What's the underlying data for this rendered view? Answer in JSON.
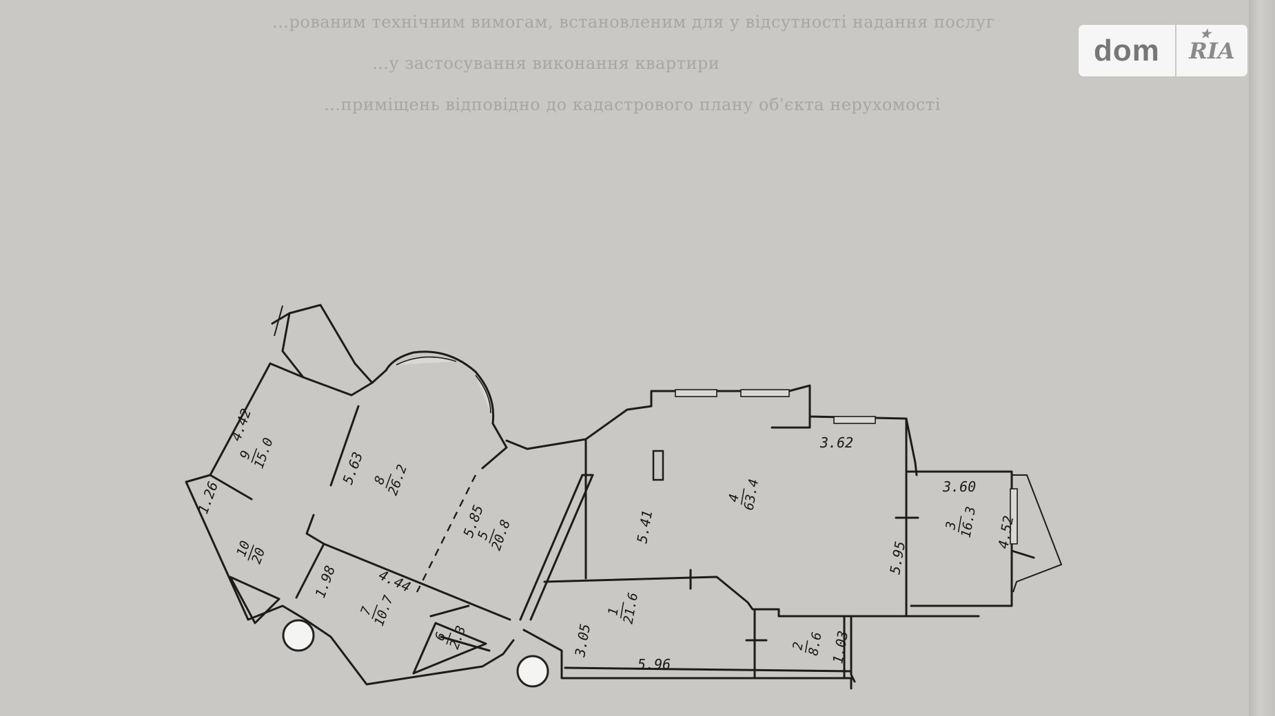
{
  "header_text": [
    "…рованим технічним вимогам, встановленим для у відсутності надання послуг",
    "…у застосування виконання квартири",
    "…приміщень відповідно до кадастрового плану об'єкта нерухомості"
  ],
  "logo": {
    "left": "dom",
    "right": "RIA"
  },
  "rooms": [
    {
      "num": "1",
      "area": "21.6"
    },
    {
      "num": "2",
      "area": "8.6"
    },
    {
      "num": "3",
      "area": "16.3"
    },
    {
      "num": "4",
      "area": "63.4"
    },
    {
      "num": "5",
      "area": "20.8"
    },
    {
      "num": "6",
      "area": "2.3"
    },
    {
      "num": "7",
      "area": "10.7"
    },
    {
      "num": "8",
      "area": "26.2"
    },
    {
      "num": "9",
      "area": "15.0"
    },
    {
      "num": "10",
      "area": "20"
    }
  ],
  "dimensions": [
    "4.42",
    "1.26",
    "5.63",
    "5.85",
    "1.98",
    "4.44",
    "3.05",
    "5.96",
    "1.03",
    "5.41",
    "3.62",
    "3.60",
    "5.95",
    "4.52"
  ],
  "colors": {
    "paper": "#c9c8c4",
    "ink": "#1c1c1c"
  }
}
